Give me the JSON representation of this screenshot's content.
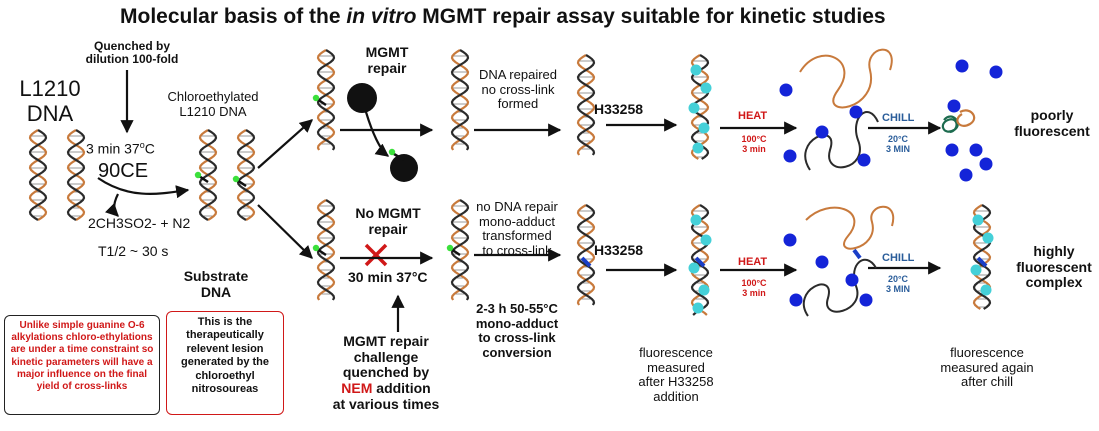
{
  "title": {
    "pre": "Molecular basis of the ",
    "italic": "in vitro",
    "post": " MGMT repair assay suitable for kinetic studies"
  },
  "left": {
    "quenched": [
      "Quenched by",
      "dilution 100-fold"
    ],
    "l1210": [
      "L1210",
      "DNA"
    ],
    "cond_pre": "3 min 37",
    "cond_deg": "o",
    "cond_post": "C",
    "drug": "90CE",
    "products": "2CH3SO2- + N2",
    "half_life": "T1/2 ~ 30 s",
    "chloro": [
      "Chloroethylated",
      "L1210 DNA"
    ],
    "substrate": [
      "Substrate",
      "DNA"
    ],
    "red_box": "Unlike simple guanine O-6 alkylations chloro-ethylations are under a time constraint so kinetic parameters will have a major influence on the final yield of cross-links",
    "black_box": "This is the therapeutically relevent lesion generated by the chloroethyl nitrosoureas"
  },
  "top": {
    "mgmt": [
      "MGMT",
      "repair"
    ],
    "repaired": [
      "DNA repaired",
      "no cross-link",
      "formed"
    ],
    "dye": "H33258",
    "heat": "HEAT",
    "heat_cond": [
      "100°C",
      "3 min"
    ],
    "chill": "CHILL",
    "chill_cond": [
      "20°C",
      "3 MIN"
    ],
    "result": [
      "poorly",
      "fluorescent"
    ]
  },
  "bottom": {
    "no_mgmt": [
      "No MGMT",
      "repair"
    ],
    "cond": "30 min 37°C",
    "no_repair": [
      "no DNA repair",
      "mono-adduct",
      "transformed",
      "to cross-link"
    ],
    "conversion": [
      "2-3 h 50-55°C",
      "mono-adduct",
      "to cross-link",
      "conversion"
    ],
    "challenge": [
      "MGMT repair",
      "challenge",
      "quenched by"
    ],
    "nem": "NEM",
    "addition": [
      " addition",
      "at various times"
    ],
    "dye": "H33258",
    "heat": "HEAT",
    "heat_cond": [
      "100°C",
      "3 min"
    ],
    "chill": "CHILL",
    "chill_cond": [
      "20°C",
      "3 MIN"
    ],
    "result": [
      "highly",
      "fluorescent",
      "complex"
    ]
  },
  "footer": {
    "measured1": [
      "fluorescence",
      "measured",
      "after H33258",
      "addition"
    ],
    "measured2": [
      "fluorescence",
      "measured again",
      "after chill"
    ]
  },
  "colors": {
    "strand_dark": "#2b2b2b",
    "strand_orange": "#c87a3c",
    "cyan": "#44d0d8",
    "blue_dot": "#1424d8",
    "green": "#3be03b",
    "red": "#d01818",
    "crosslink": "#1a3ec8"
  }
}
